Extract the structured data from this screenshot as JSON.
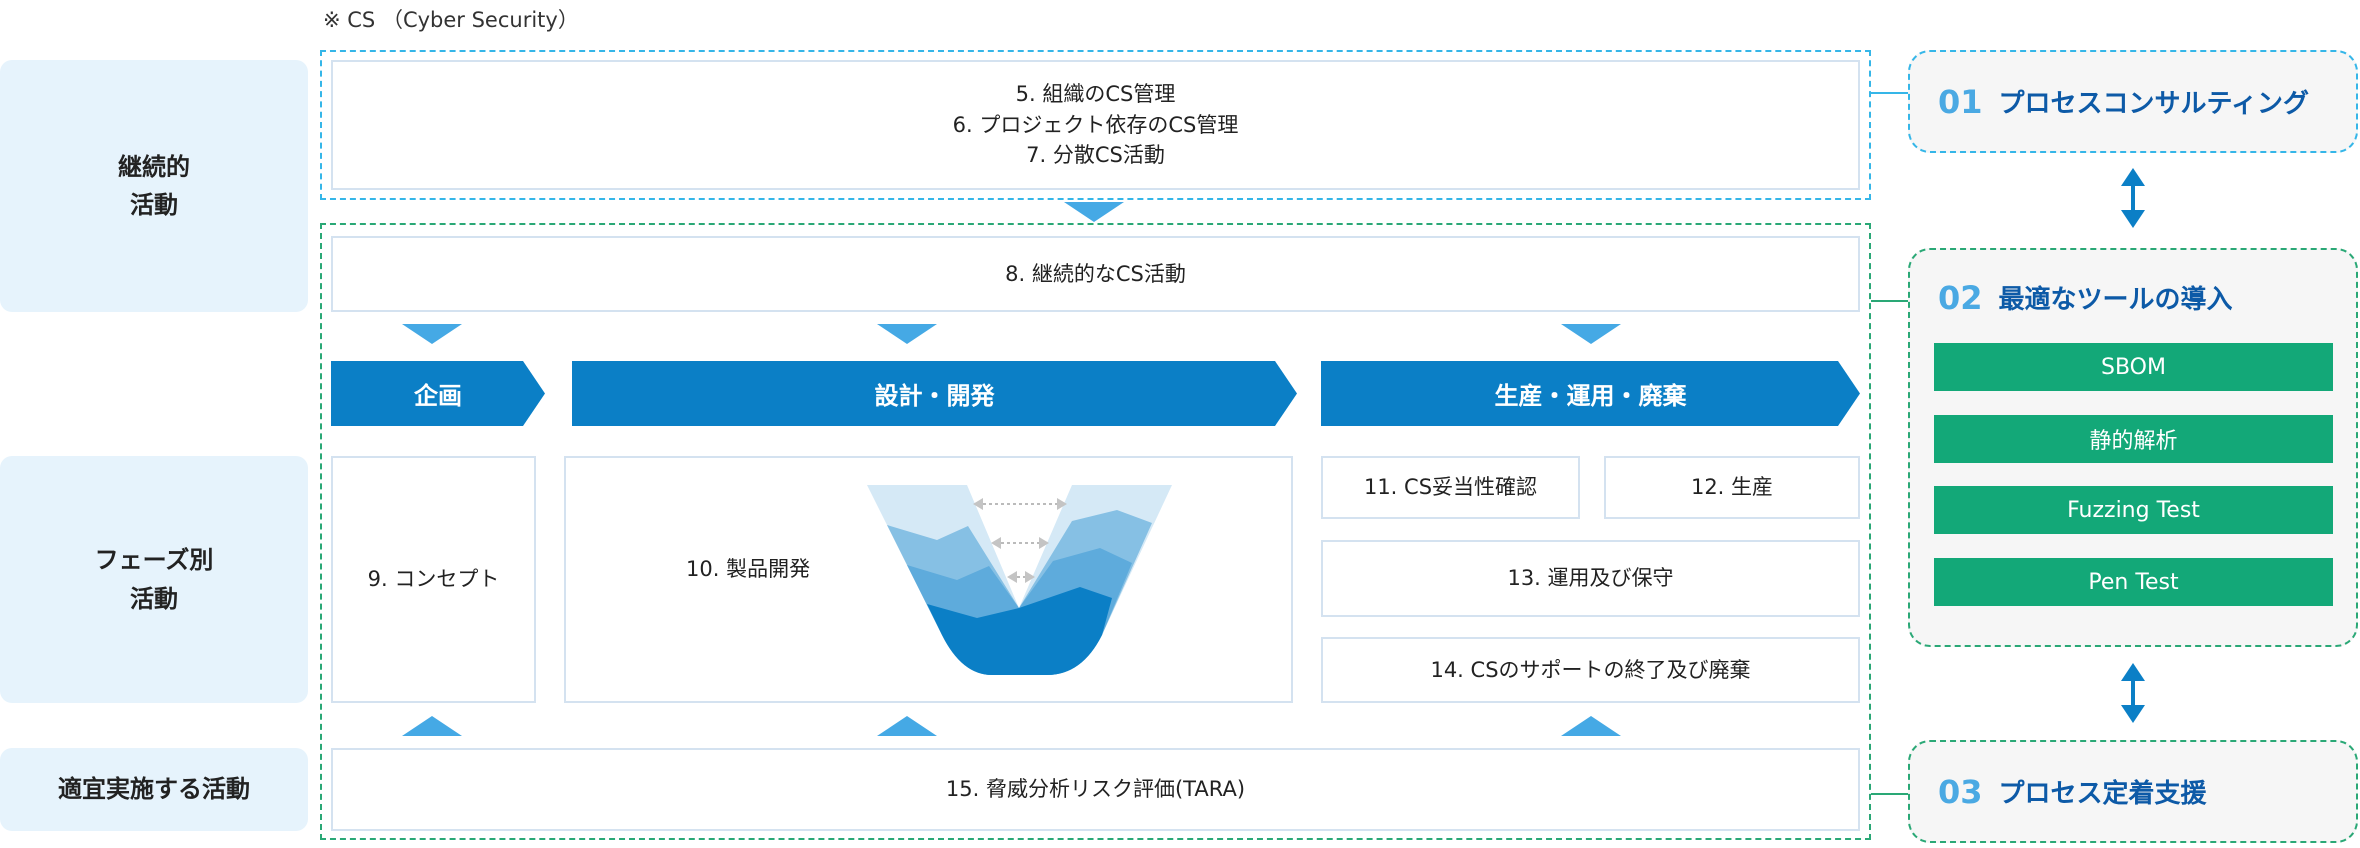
{
  "note": "※ CS （Cyber Security）",
  "side_labels": {
    "continuous": "継続的\n活動",
    "phase": "フェーズ別\n活動",
    "asneeded": "適宜実施する活動"
  },
  "org": [
    "5. 組織のCS管理",
    "6. プロジェクト依存のCS管理",
    "7. 分散CS活動"
  ],
  "continuous_cs": "8. 継続的なCS活動",
  "phases": [
    "企画",
    "設計・開発",
    "生産・運用・廃棄"
  ],
  "items": {
    "concept": "9. コンセプト",
    "dev": "10. 製品開発",
    "validation": "11. CS妥当性確認",
    "production": "12. 生産",
    "operation": "13. 運用及び保守",
    "end": "14. CSのサポートの終了及び廃棄",
    "tara": "15. 脅威分析リスク評価(TARA)"
  },
  "services": [
    {
      "num": "01",
      "title": "プロセスコンサルティング"
    },
    {
      "num": "02",
      "title": "最適なツールの導入"
    },
    {
      "num": "03",
      "title": "プロセス定着支援"
    }
  ],
  "tools": [
    "SBOM",
    "静的解析",
    "Fuzzing Test",
    "Pen Test"
  ],
  "colors": {
    "primary": "#0b7fc6",
    "tool": "#13a878",
    "cyan_dash": "#35b6e8",
    "green_dash": "#2aa876"
  }
}
